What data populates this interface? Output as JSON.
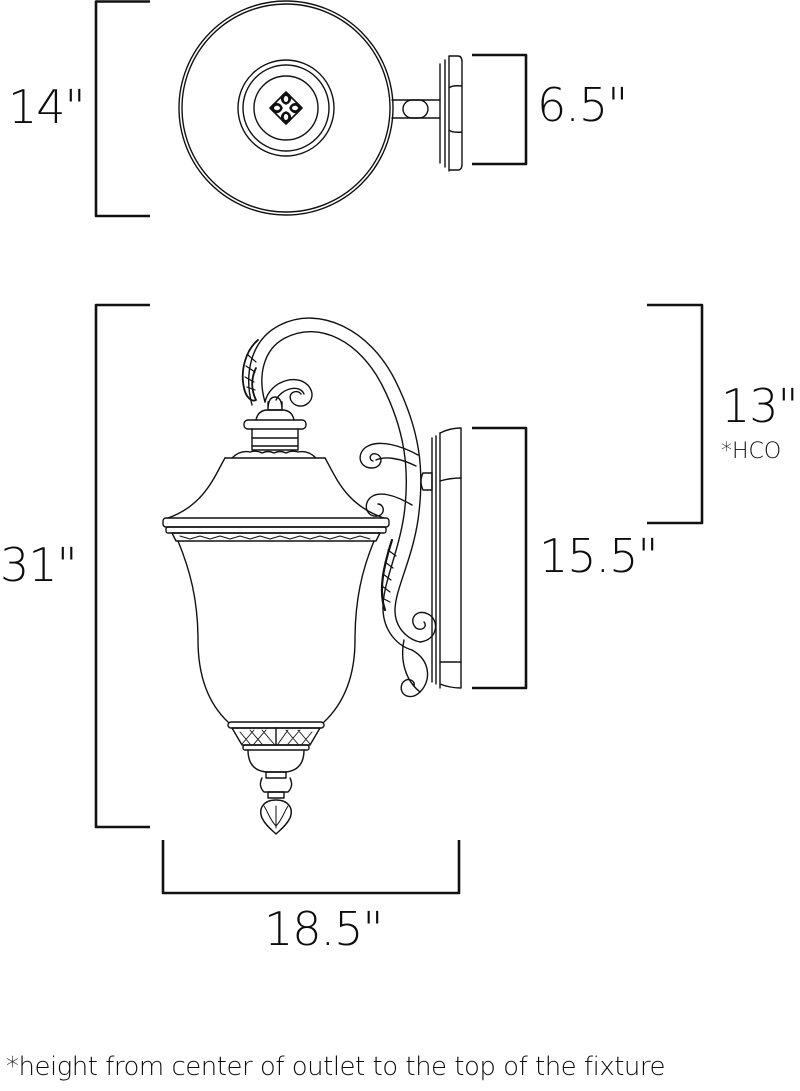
{
  "diagram": {
    "type": "product-dimension-drawing",
    "subject": "outdoor wall lantern",
    "views": [
      "top-view",
      "side-view"
    ]
  },
  "dimensions": {
    "top_depth": {
      "label": "14\"",
      "value": 14,
      "unit": "in",
      "orientation": "vertical"
    },
    "top_backplate_width": {
      "label": "6.5\"",
      "value": 6.5,
      "unit": "in",
      "orientation": "vertical"
    },
    "overall_height": {
      "label": "31\"",
      "value": 31,
      "unit": "in",
      "orientation": "vertical"
    },
    "height_from_outlet": {
      "label": "13\"",
      "value": 13,
      "unit": "in",
      "orientation": "vertical",
      "note_marker": "*HCO"
    },
    "backplate_height": {
      "label": "15.5\"",
      "value": 15.5,
      "unit": "in",
      "orientation": "vertical"
    },
    "extension": {
      "label": "18.5\"",
      "value": 18.5,
      "unit": "in",
      "orientation": "horizontal"
    }
  },
  "footnote": "*height from center of outlet to the top of the fixture",
  "colors": {
    "line": "#111111",
    "background": "#ffffff"
  }
}
